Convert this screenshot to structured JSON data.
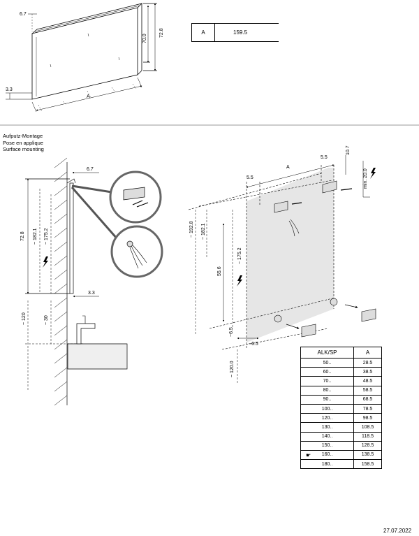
{
  "dims": {
    "top_depth": "6.7",
    "top_h_total": "72.8",
    "top_h_inner": "70.0",
    "top_thickness": "3.3",
    "top_width": "A",
    "side_depth": "6.7",
    "side_h_total": "72.8",
    "side_h_182": "~ 182.1",
    "side_h_175": "~ 175.2",
    "side_bracket": "3.3",
    "side_120": "~ 120",
    "side_30": "~ 30",
    "front_a": "A",
    "front_55_left": "5.5",
    "front_55_right": "5.5",
    "front_107": "10.7",
    "front_min20": "min. 20.0",
    "front_1928": "~ 192.8",
    "front_1821": "~ 182.1",
    "front_1752": "~ 175.2",
    "front_556": "55.6",
    "front_65_v": "~6.5",
    "front_65_h": "~6.5",
    "front_1200": "~ 120.0"
  },
  "a_box": {
    "label": "A",
    "value": "159.5"
  },
  "section_title": {
    "de": "Aufputz-Montage",
    "fr": "Pose en applique",
    "en": "Surface mounting"
  },
  "table": {
    "headers": [
      "ALK/SP",
      "A"
    ],
    "rows": [
      {
        "size": "50..",
        "a": "28.5",
        "marked": false
      },
      {
        "size": "60..",
        "a": "38.5",
        "marked": false
      },
      {
        "size": "70..",
        "a": "48.5",
        "marked": false
      },
      {
        "size": "80..",
        "a": "58.5",
        "marked": false
      },
      {
        "size": "90..",
        "a": "68.5",
        "marked": false
      },
      {
        "size": "100..",
        "a": "78.5",
        "marked": false
      },
      {
        "size": "120..",
        "a": "98.5",
        "marked": false
      },
      {
        "size": "130..",
        "a": "108.5",
        "marked": false
      },
      {
        "size": "140..",
        "a": "118.5",
        "marked": false
      },
      {
        "size": "150..",
        "a": "128.5",
        "marked": false
      },
      {
        "size": "160..",
        "a": "138.5",
        "marked": true
      },
      {
        "size": "180..",
        "a": "158.5",
        "marked": false
      }
    ]
  },
  "date": "27.07.2022",
  "icons": [
    "lightning-icon",
    "pointing-hand-icon"
  ]
}
